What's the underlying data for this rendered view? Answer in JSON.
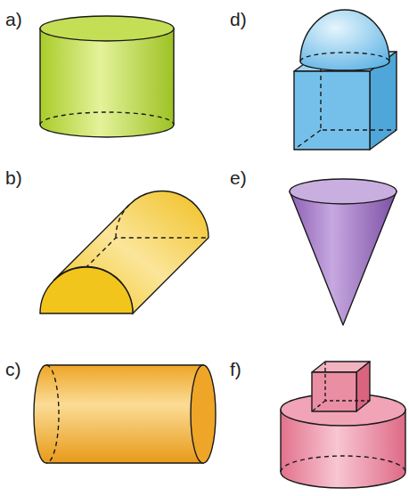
{
  "diagram": {
    "labels": [
      "a)",
      "d)",
      "b)",
      "e)",
      "c)",
      "f)"
    ]
  }
}
